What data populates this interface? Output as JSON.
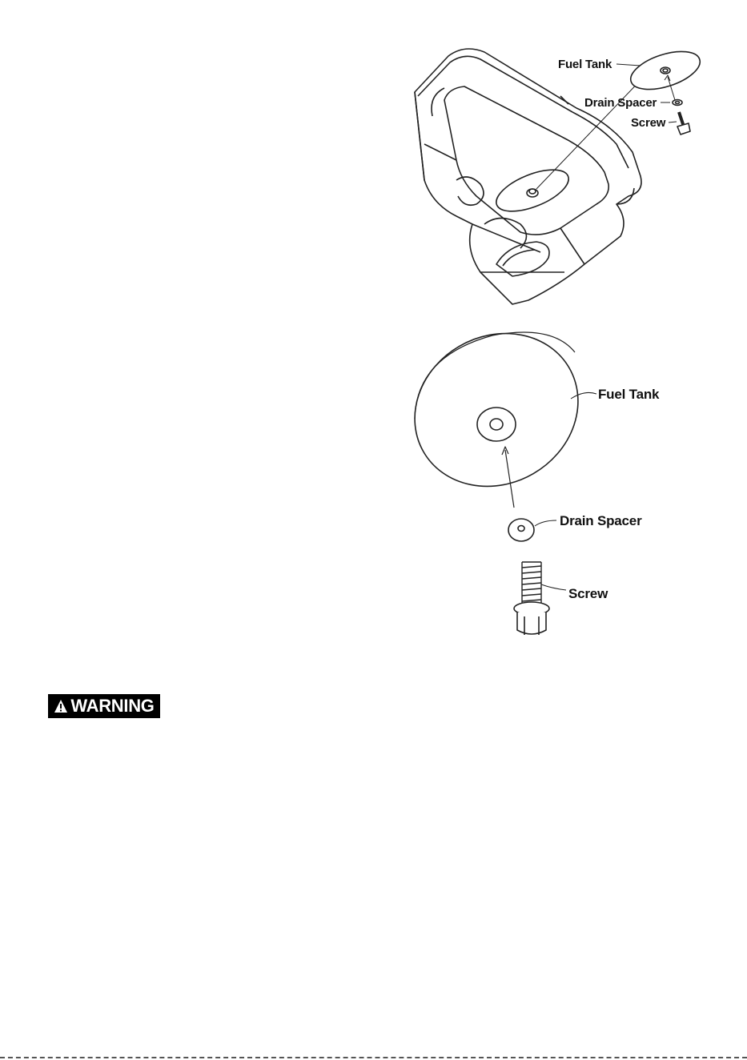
{
  "figure_top": {
    "labels": {
      "fuel_tank": "Fuel Tank",
      "drain_spacer": "Drain Spacer",
      "screw": "Screw"
    }
  },
  "figure_bottom": {
    "labels": {
      "fuel_tank": "Fuel Tank",
      "drain_spacer": "Drain Spacer",
      "screw": "Screw"
    }
  },
  "warning": {
    "label": "WARNING",
    "icon": "warning-triangle-icon"
  },
  "colors": {
    "line": "#222222",
    "warning_bg": "#000000",
    "warning_text": "#ffffff"
  }
}
